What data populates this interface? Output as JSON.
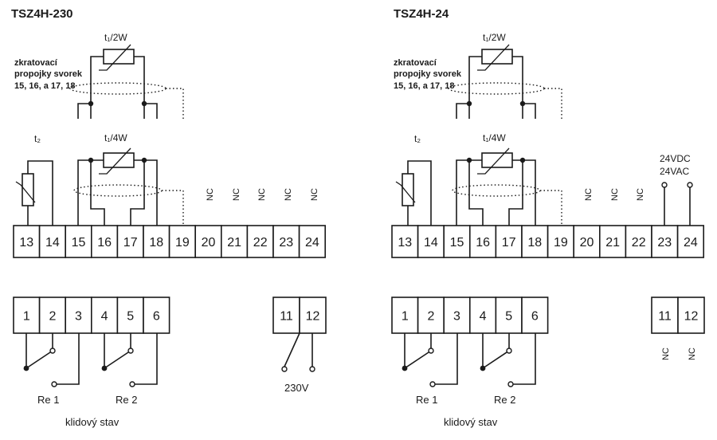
{
  "left": {
    "title": "TSZ4H-230",
    "t1_2w": "t₁/2W",
    "t1_4w": "t₁/4W",
    "t2": "t₂",
    "note": [
      "zkratovací",
      "propojky svorek",
      "15, 16, a 17, 18"
    ],
    "top_terminals": [
      "13",
      "14",
      "15",
      "16",
      "17",
      "18",
      "19",
      "20",
      "21",
      "22",
      "23",
      "24"
    ],
    "nc_labels": [
      "NC",
      "NC",
      "NC",
      "NC",
      "NC"
    ],
    "relay_terminals": [
      "1",
      "2",
      "3",
      "4",
      "5",
      "6"
    ],
    "relay_labels": [
      "Re 1",
      "Re 2"
    ],
    "power_terminals": [
      "11",
      "12"
    ],
    "power_label": "230V",
    "caption": "klidový stav"
  },
  "right": {
    "title": "TSZ4H-24",
    "t1_2w": "t₁/2W",
    "t1_4w": "t₁/4W",
    "t2": "t₂",
    "note": [
      "zkratovací",
      "propojky svorek",
      "15, 16, a 17, 18"
    ],
    "top_terminals": [
      "13",
      "14",
      "15",
      "16",
      "17",
      "18",
      "19",
      "20",
      "21",
      "22",
      "23",
      "24"
    ],
    "nc_labels": [
      "NC",
      "NC",
      "NC"
    ],
    "supply_labels": [
      "24VDC",
      "24VAC"
    ],
    "relay_terminals": [
      "1",
      "2",
      "3",
      "4",
      "5",
      "6"
    ],
    "relay_labels": [
      "Re 1",
      "Re 2"
    ],
    "power_terminals": [
      "11",
      "12"
    ],
    "power_nc_labels": [
      "NC",
      "NC"
    ],
    "caption": "klidový stav"
  }
}
